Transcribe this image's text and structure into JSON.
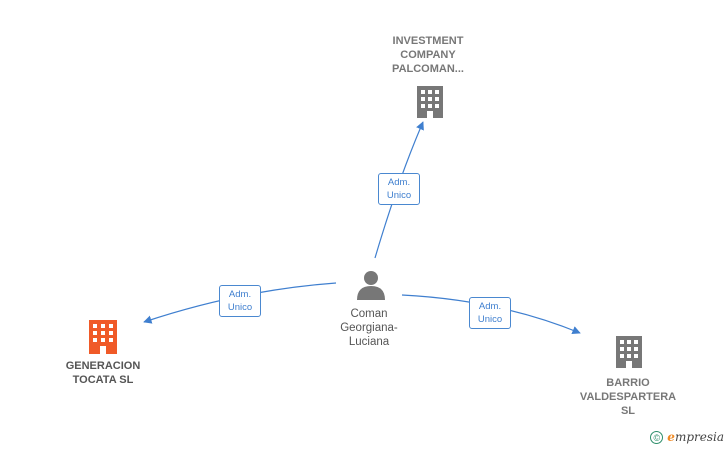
{
  "colors": {
    "edge": "#3f7fcf",
    "building": "#777777",
    "building_main": "#f05a28",
    "person": "#777777"
  },
  "nodes": {
    "investment": {
      "label": "INVESTMENT\nCOMPANY\nPALCOMAN...",
      "icon": "building-icon"
    },
    "person": {
      "label": "Coman\nGeorgiana-\nLuciana",
      "icon": "person-icon"
    },
    "generacion": {
      "label": "GENERACION\nTOCATA  SL",
      "icon": "building-icon"
    },
    "barrio": {
      "label": "BARRIO\nVALDESPARTERA\nSL",
      "icon": "building-icon"
    }
  },
  "edges": {
    "to_investment": {
      "line1": "Adm.",
      "line2": "Unico"
    },
    "to_generacion": {
      "line1": "Adm.",
      "line2": "Unico"
    },
    "to_barrio": {
      "line1": "Adm.",
      "line2": "Unico"
    }
  },
  "footer": {
    "copyright_symbol": "©",
    "brand_first": "e",
    "brand_rest": "mpresia"
  }
}
